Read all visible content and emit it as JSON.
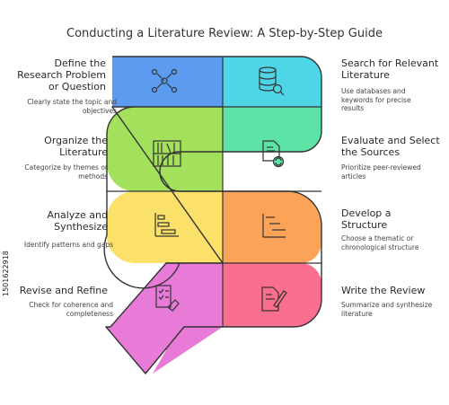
{
  "title": "Conducting a Literature Review: A Step-by-Step Guide",
  "watermark": "1501622918",
  "steps": [
    {
      "title": "Define the Research Problem or Question",
      "desc": "Clearly state the topic and objectives",
      "icon": "question-network-icon",
      "color": "#5b9bf0"
    },
    {
      "title": "Search for Relevant Literature",
      "desc": "Use databases and keywords for precise results",
      "icon": "database-search-icon",
      "color": "#4fd6e6"
    },
    {
      "title": "Evaluate and Select the Sources",
      "desc": "Prioritize peer-reviewed articles",
      "icon": "document-refresh-icon",
      "color": "#5de3a6"
    },
    {
      "title": "Organize the Literature",
      "desc": "Categorize by themes or methods",
      "icon": "bookshelf-icon",
      "color": "#a3e05c"
    },
    {
      "title": "Analyze and Synthesize",
      "desc": "Identify patterns and gaps",
      "icon": "bar-analysis-icon",
      "color": "#fbe06a"
    },
    {
      "title": "Develop a Structure",
      "desc": "Choose a thematic or chronological structure",
      "icon": "gantt-structure-icon",
      "color": "#fca35a"
    },
    {
      "title": "Write the Review",
      "desc": "Summarize and synthesize literature",
      "icon": "write-document-icon",
      "color": "#fb6f8e"
    },
    {
      "title": "Revise and Refine",
      "desc": "Check for coherence and completeness",
      "icon": "checklist-hand-icon",
      "color": "#e87ad8"
    }
  ]
}
